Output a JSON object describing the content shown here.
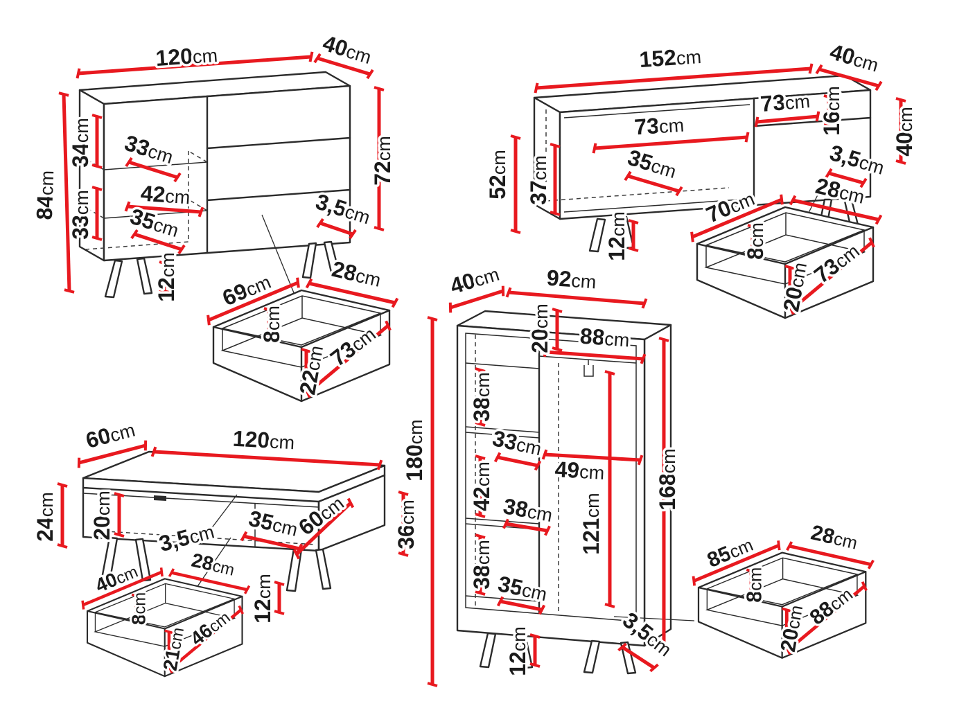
{
  "meta": {
    "background": "#ffffff",
    "line_color": "#2b2b2b",
    "dimension_color": "#e8191f",
    "unit": "cm",
    "description": "Furniture set dimensions diagram"
  },
  "figures": {
    "sideboard": {
      "name": "sideboard-120",
      "labels": {
        "width": {
          "v": "120",
          "u": "cm"
        },
        "depth": {
          "v": "40",
          "u": "cm"
        },
        "height_left": {
          "v": "84",
          "u": "cm"
        },
        "height_right": {
          "v": "72",
          "u": "cm"
        },
        "shelf_top": {
          "v": "34",
          "u": "cm"
        },
        "inner_depth_top": {
          "v": "33",
          "u": "cm"
        },
        "shelf_bottom": {
          "v": "33",
          "u": "cm"
        },
        "inner_width": {
          "v": "42",
          "u": "cm"
        },
        "inner_depth_bottom": {
          "v": "35",
          "u": "cm"
        },
        "leg_height": {
          "v": "12",
          "u": "cm"
        },
        "thickness": {
          "v": "3,5",
          "u": "cm"
        }
      }
    },
    "drawer_a": {
      "name": "drawer-69",
      "labels": {
        "length": {
          "v": "69",
          "u": "cm"
        },
        "depth": {
          "v": "28",
          "u": "cm"
        },
        "inner_height": {
          "v": "8",
          "u": "cm"
        },
        "front_height": {
          "v": "22",
          "u": "cm"
        },
        "front_width": {
          "v": "73",
          "u": "cm"
        }
      }
    },
    "tv_stand": {
      "name": "tv-stand-152",
      "labels": {
        "width": {
          "v": "152",
          "u": "cm"
        },
        "depth": {
          "v": "40",
          "u": "cm"
        },
        "shelf_left": {
          "v": "73",
          "u": "cm"
        },
        "shelf_right": {
          "v": "73",
          "u": "cm"
        },
        "gap_height": {
          "v": "16",
          "u": "cm"
        },
        "height_right": {
          "v": "40",
          "u": "cm"
        },
        "height_left": {
          "v": "52",
          "u": "cm"
        },
        "inner_height": {
          "v": "37",
          "u": "cm"
        },
        "inner_depth": {
          "v": "35",
          "u": "cm"
        },
        "thickness": {
          "v": "3,5",
          "u": "cm"
        },
        "leg_height": {
          "v": "12",
          "u": "cm"
        }
      }
    },
    "drawer_b": {
      "name": "drawer-70",
      "labels": {
        "length": {
          "v": "70",
          "u": "cm"
        },
        "depth": {
          "v": "28",
          "u": "cm"
        },
        "inner_height": {
          "v": "8",
          "u": "cm"
        },
        "front_height": {
          "v": "20",
          "u": "cm"
        },
        "front_width": {
          "v": "73",
          "u": "cm"
        }
      }
    },
    "coffee_table": {
      "name": "coffee-table-120",
      "labels": {
        "depth": {
          "v": "60",
          "u": "cm"
        },
        "width": {
          "v": "120",
          "u": "cm"
        },
        "height_left": {
          "v": "24",
          "u": "cm"
        },
        "opening_height": {
          "v": "20",
          "u": "cm"
        },
        "thickness": {
          "v": "3,5",
          "u": "cm"
        },
        "inner_depth": {
          "v": "35",
          "u": "cm"
        },
        "inner_width": {
          "v": "60",
          "u": "cm"
        },
        "height_right": {
          "v": "36",
          "u": "cm"
        },
        "leg_height": {
          "v": "12",
          "u": "cm"
        }
      }
    },
    "drawer_c": {
      "name": "drawer-40",
      "labels": {
        "length": {
          "v": "40",
          "u": "cm"
        },
        "depth": {
          "v": "28",
          "u": "cm"
        },
        "inner_height": {
          "v": "8",
          "u": "cm"
        },
        "front_height": {
          "v": "21",
          "u": "cm"
        },
        "front_width": {
          "v": "46",
          "u": "cm"
        }
      }
    },
    "wardrobe": {
      "name": "wardrobe-92",
      "labels": {
        "depth": {
          "v": "40",
          "u": "cm"
        },
        "width": {
          "v": "92",
          "u": "cm"
        },
        "top_gap": {
          "v": "20",
          "u": "cm"
        },
        "inner_width_top": {
          "v": "88",
          "u": "cm"
        },
        "height_left": {
          "v": "180",
          "u": "cm"
        },
        "shelf_1": {
          "v": "38",
          "u": "cm"
        },
        "shelf_depth": {
          "v": "33",
          "u": "cm"
        },
        "inner_width_mid": {
          "v": "49",
          "u": "cm"
        },
        "shelf_2": {
          "v": "42",
          "u": "cm"
        },
        "shelf_mid_depth": {
          "v": "38",
          "u": "cm"
        },
        "shelf_3": {
          "v": "38",
          "u": "cm"
        },
        "hanging_height": {
          "v": "121",
          "u": "cm"
        },
        "shelf_bottom_depth": {
          "v": "35",
          "u": "cm"
        },
        "height_right": {
          "v": "168",
          "u": "cm"
        },
        "leg_height": {
          "v": "12",
          "u": "cm"
        },
        "thickness": {
          "v": "3,5",
          "u": "cm"
        }
      }
    },
    "drawer_d": {
      "name": "drawer-85",
      "labels": {
        "length": {
          "v": "85",
          "u": "cm"
        },
        "depth": {
          "v": "28",
          "u": "cm"
        },
        "inner_height": {
          "v": "8",
          "u": "cm"
        },
        "front_height": {
          "v": "20",
          "u": "cm"
        },
        "front_width": {
          "v": "88",
          "u": "cm"
        }
      }
    }
  }
}
